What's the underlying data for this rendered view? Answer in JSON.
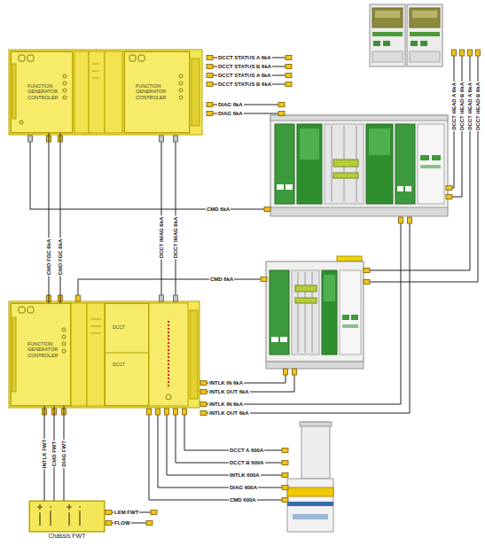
{
  "diagram": {
    "nodes": [
      {
        "text": [
          "FUNCTION GENERATOR CONTROLER"
        ]
      },
      {
        "text": [
          "FUNCTION GENERATOR CONTROLER"
        ]
      },
      {
        "text": [
          "FUNCTION GENERATOR CONTROLER"
        ]
      },
      {
        "text": [
          "DCCT",
          "DCCT"
        ]
      },
      {
        "text": [
          "Châssis FWT"
        ]
      }
    ],
    "edges": [
      {
        "from": 0,
        "to": 2,
        "arrow": "none",
        "label": "CMD FGC 6kA"
      },
      {
        "from": 0,
        "to": 2,
        "arrow": "none",
        "label": "CMD FGC 6kA"
      },
      {
        "from": 2,
        "to": 4,
        "arrow": "none",
        "label": "INTLK FWT"
      },
      {
        "from": 2,
        "to": 4,
        "arrow": "none",
        "label": "CMD FWT"
      },
      {
        "from": 2,
        "to": 4,
        "arrow": "none",
        "label": "DIAG FWT"
      }
    ],
    "labels": [
      "DCCT STATUS A 6kA",
      "DCCT STATUS B 6kA",
      "DCCT STATUS A 6kA",
      "DCCT STATUS B 6kA",
      "DIAG 6kA",
      "DIAG 6kA",
      "DCCT HEAD A 6kA",
      "DCCT HEAD B 6kA",
      "DCCT HEAD A 6kA",
      "DCCT HEAD B 6kA",
      "CMD 6kA",
      "DCCT IMAG 6kA",
      "DCCT IMAG 6kA",
      "CMD 6kA",
      "INTLK IN 6kA",
      "INTLK OUT 6kA",
      "INTLK IN 6kA",
      "INTLK OUT 6kA",
      "DCCT A 600A",
      "DCCT B 600A",
      "INTLK 600A",
      "DIAG 600A",
      "CMD 600A",
      "LEM FWT",
      "FLOW"
    ]
  }
}
